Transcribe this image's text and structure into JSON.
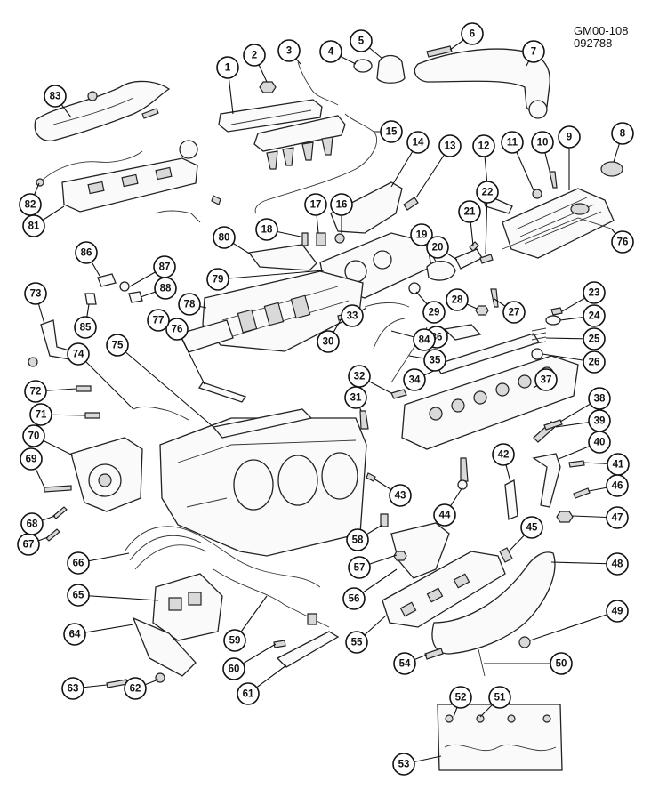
{
  "drawing": {
    "code_line1": "GM00-108",
    "code_line2": "092788"
  },
  "callouts": [
    {
      "id": 1,
      "label": "1"
    },
    {
      "id": 2,
      "label": "2"
    },
    {
      "id": 3,
      "label": "3"
    },
    {
      "id": 4,
      "label": "4"
    },
    {
      "id": 5,
      "label": "5"
    },
    {
      "id": 6,
      "label": "6"
    },
    {
      "id": 7,
      "label": "7"
    },
    {
      "id": 8,
      "label": "8"
    },
    {
      "id": 9,
      "label": "9"
    },
    {
      "id": 10,
      "label": "10"
    },
    {
      "id": 11,
      "label": "11"
    },
    {
      "id": 12,
      "label": "12"
    },
    {
      "id": 13,
      "label": "13"
    },
    {
      "id": 14,
      "label": "14"
    },
    {
      "id": 15,
      "label": "15"
    },
    {
      "id": 16,
      "label": "16"
    },
    {
      "id": 17,
      "label": "17"
    },
    {
      "id": 18,
      "label": "18"
    },
    {
      "id": 19,
      "label": "19"
    },
    {
      "id": 20,
      "label": "20"
    },
    {
      "id": 21,
      "label": "21"
    },
    {
      "id": 22,
      "label": "22"
    },
    {
      "id": 23,
      "label": "23"
    },
    {
      "id": 24,
      "label": "24"
    },
    {
      "id": 25,
      "label": "25"
    },
    {
      "id": 26,
      "label": "26"
    },
    {
      "id": 27,
      "label": "27"
    },
    {
      "id": 28,
      "label": "28"
    },
    {
      "id": 29,
      "label": "29"
    },
    {
      "id": 30,
      "label": "30"
    },
    {
      "id": 31,
      "label": "31"
    },
    {
      "id": 32,
      "label": "32"
    },
    {
      "id": 33,
      "label": "33"
    },
    {
      "id": 34,
      "label": "34"
    },
    {
      "id": 35,
      "label": "35"
    },
    {
      "id": 36,
      "label": "36"
    },
    {
      "id": 37,
      "label": "37"
    },
    {
      "id": 38,
      "label": "38"
    },
    {
      "id": 39,
      "label": "39"
    },
    {
      "id": 40,
      "label": "40"
    },
    {
      "id": 41,
      "label": "41"
    },
    {
      "id": 42,
      "label": "42"
    },
    {
      "id": 43,
      "label": "43"
    },
    {
      "id": 44,
      "label": "44"
    },
    {
      "id": 45,
      "label": "45"
    },
    {
      "id": 46,
      "label": "46"
    },
    {
      "id": 47,
      "label": "47"
    },
    {
      "id": 48,
      "label": "48"
    },
    {
      "id": 49,
      "label": "49"
    },
    {
      "id": 50,
      "label": "50"
    },
    {
      "id": 51,
      "label": "51"
    },
    {
      "id": 52,
      "label": "52"
    },
    {
      "id": 53,
      "label": "53"
    },
    {
      "id": 54,
      "label": "54"
    },
    {
      "id": 55,
      "label": "55"
    },
    {
      "id": 56,
      "label": "56"
    },
    {
      "id": 57,
      "label": "57"
    },
    {
      "id": 58,
      "label": "58"
    },
    {
      "id": 59,
      "label": "59"
    },
    {
      "id": 60,
      "label": "60"
    },
    {
      "id": 61,
      "label": "61"
    },
    {
      "id": 62,
      "label": "62"
    },
    {
      "id": 63,
      "label": "63"
    },
    {
      "id": 64,
      "label": "64"
    },
    {
      "id": 65,
      "label": "65"
    },
    {
      "id": 66,
      "label": "66"
    },
    {
      "id": 67,
      "label": "67"
    },
    {
      "id": 68,
      "label": "68"
    },
    {
      "id": 69,
      "label": "69"
    },
    {
      "id": 70,
      "label": "70"
    },
    {
      "id": 71,
      "label": "71"
    },
    {
      "id": 72,
      "label": "72"
    },
    {
      "id": 73,
      "label": "73"
    },
    {
      "id": 74,
      "label": "74"
    },
    {
      "id": 75,
      "label": "75"
    },
    {
      "id": 76,
      "label": "76"
    },
    {
      "id": 77,
      "label": "77"
    },
    {
      "id": 78,
      "label": "78"
    },
    {
      "id": 79,
      "label": "79"
    },
    {
      "id": 80,
      "label": "80"
    },
    {
      "id": 81,
      "label": "81"
    },
    {
      "id": 82,
      "label": "82"
    },
    {
      "id": 83,
      "label": "83"
    },
    {
      "id": 84,
      "label": "84"
    },
    {
      "id": 85,
      "label": "85"
    },
    {
      "id": 86,
      "label": "86"
    },
    {
      "id": 87,
      "label": "87"
    },
    {
      "id": 88,
      "label": "88"
    }
  ]
}
